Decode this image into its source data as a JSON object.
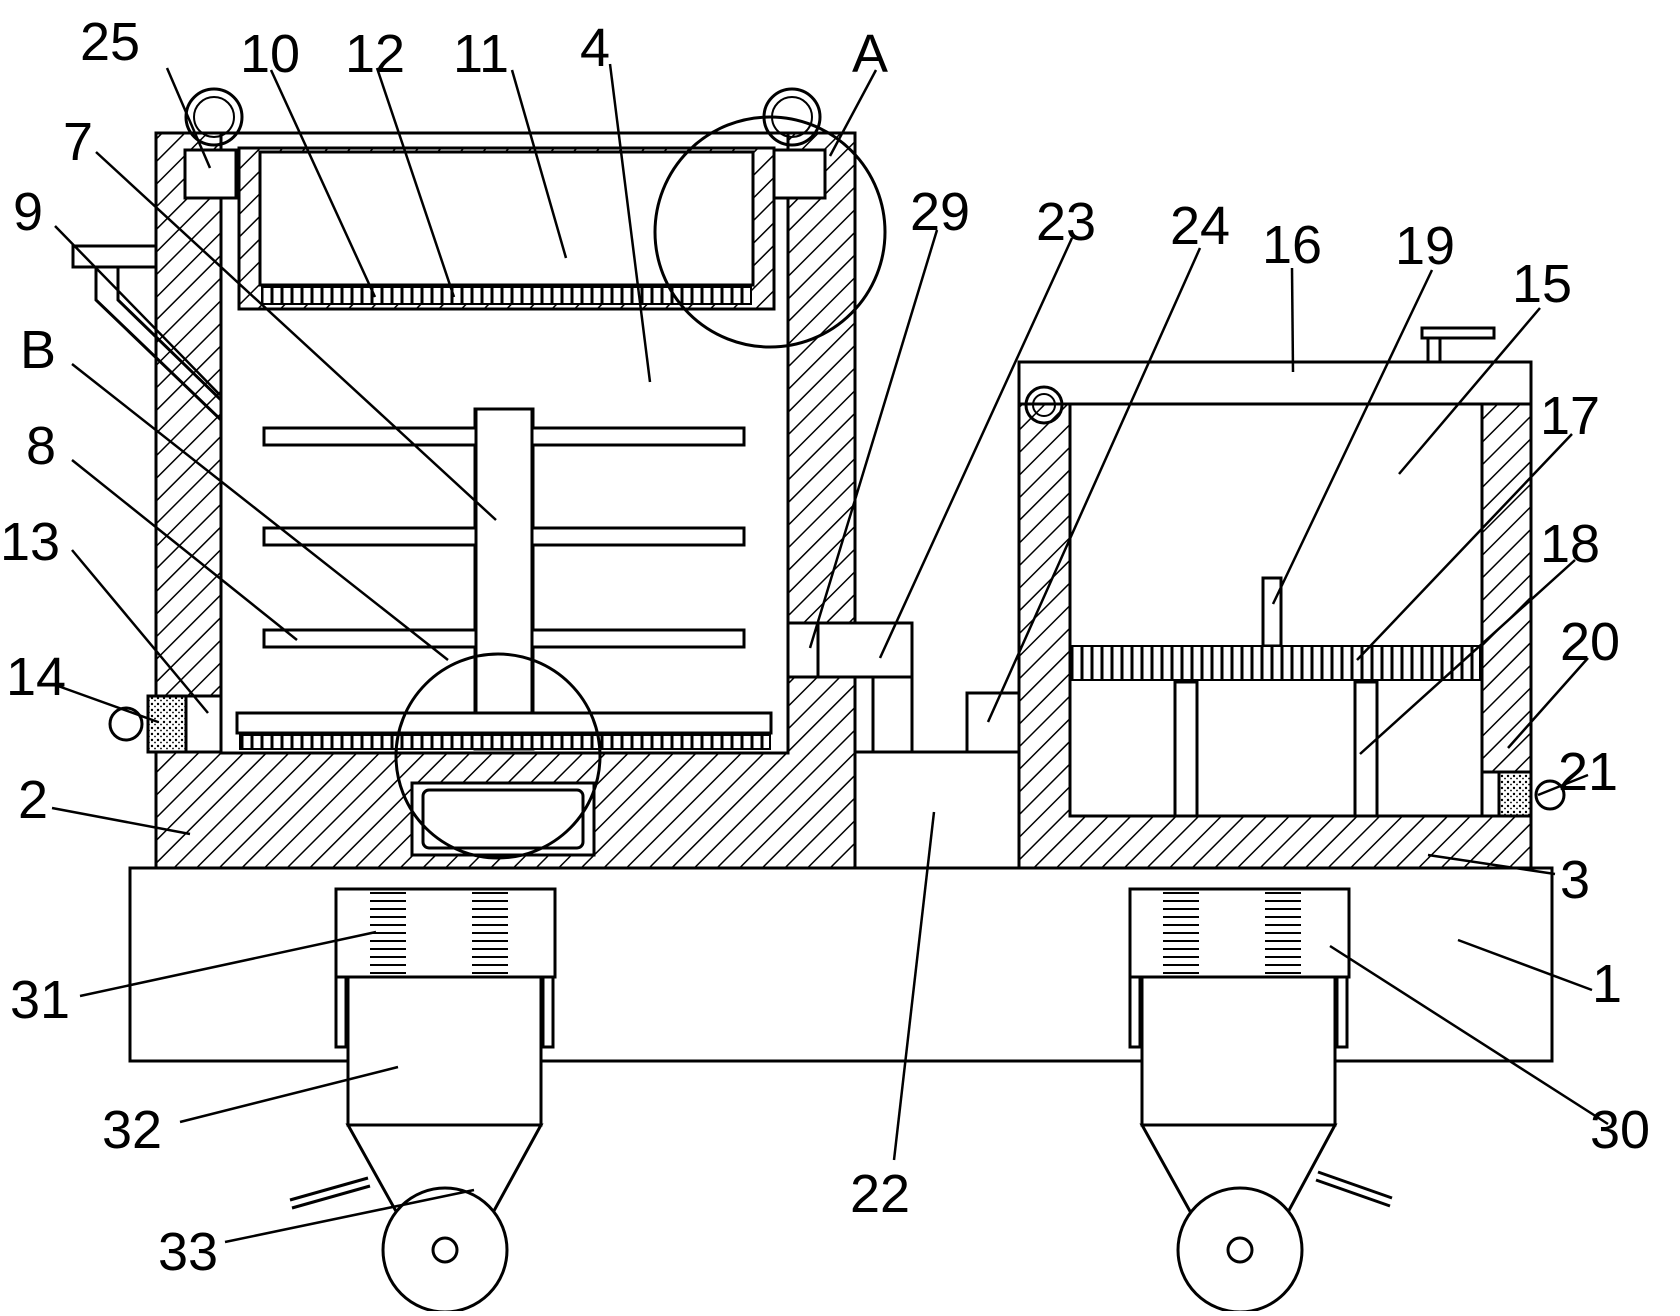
{
  "diagram": {
    "labels": {
      "n25": "25",
      "n10": "10",
      "n12": "12",
      "n11": "11",
      "n4": "4",
      "nA": "A",
      "n7": "7",
      "n9": "9",
      "nB": "B",
      "n8": "8",
      "n13": "13",
      "n14": "14",
      "n2": "2",
      "n29": "29",
      "n23": "23",
      "n24": "24",
      "n16": "16",
      "n19": "19",
      "n15": "15",
      "n17": "17",
      "n18": "18",
      "n20": "20",
      "n21": "21",
      "n3": "3",
      "n1": "1",
      "n31": "31",
      "n30": "30",
      "n32": "32",
      "n33": "33",
      "n22": "22"
    }
  }
}
